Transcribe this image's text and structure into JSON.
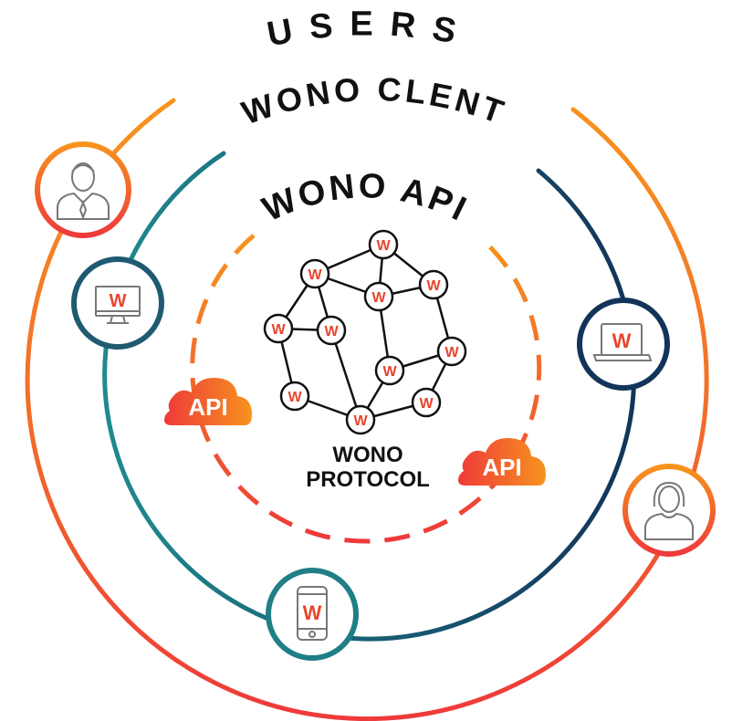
{
  "labels": {
    "users": "USERS",
    "client": "WONO CLENT",
    "api": "WONO API",
    "protocol_line1": "WONO",
    "protocol_line2": "PROTOCOL"
  },
  "api_badge": "API",
  "node_letter": "W",
  "icons": {
    "user_male": "user-male-icon",
    "user_female": "user-female-icon",
    "desktop": "desktop-monitor-icon",
    "laptop": "laptop-icon",
    "phone": "smartphone-icon",
    "cloud": "cloud-icon"
  },
  "colors": {
    "orange": "#f7931e",
    "red": "#ee3a3a",
    "teal": "#1f8a8f",
    "navy": "#12345a",
    "text": "#111111",
    "node_red": "#e8462f"
  }
}
